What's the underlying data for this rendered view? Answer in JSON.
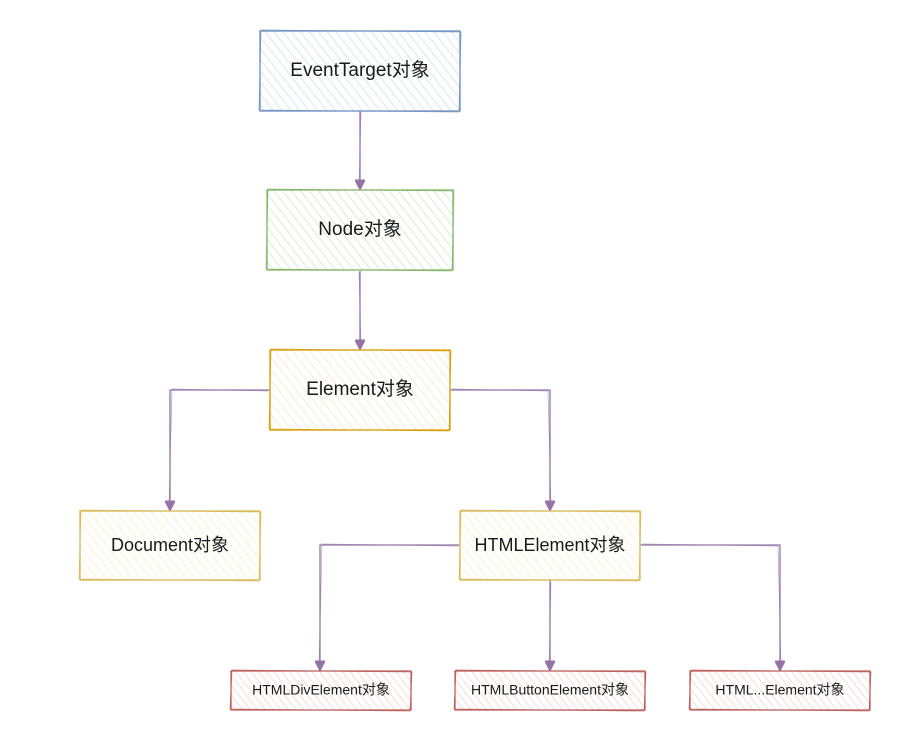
{
  "nodes": {
    "eventtarget": {
      "label": "EventTarget对象",
      "stroke": "#6c8ebf",
      "fill": "#dae8fc"
    },
    "node": {
      "label": "Node对象",
      "stroke": "#82b366",
      "fill": "#d5e8d4"
    },
    "element": {
      "label": "Element对象",
      "stroke": "#d79b00",
      "fill": "#ffe6cc"
    },
    "document": {
      "label": "Document对象",
      "stroke": "#d6b656",
      "fill": "#fff2cc"
    },
    "htmlelement": {
      "label": "HTMLElement对象",
      "stroke": "#d6b656",
      "fill": "#fff2cc"
    },
    "htmldiv": {
      "label": "HTMLDivElement对象",
      "stroke": "#b85450",
      "fill": "#f8cecc"
    },
    "htmlbutton": {
      "label": "HTMLButtonElement对象",
      "stroke": "#b85450",
      "fill": "#f8cecc"
    },
    "htmlmore": {
      "label": "HTML...Element对象",
      "stroke": "#b85450",
      "fill": "#f8cecc"
    }
  },
  "edge_color": "#9673a6",
  "edges": [
    {
      "from": "eventtarget",
      "to": "node"
    },
    {
      "from": "node",
      "to": "element"
    },
    {
      "from": "element",
      "to": "document"
    },
    {
      "from": "element",
      "to": "htmlelement"
    },
    {
      "from": "htmlelement",
      "to": "htmldiv"
    },
    {
      "from": "htmlelement",
      "to": "htmlbutton"
    },
    {
      "from": "htmlelement",
      "to": "htmlmore"
    }
  ]
}
